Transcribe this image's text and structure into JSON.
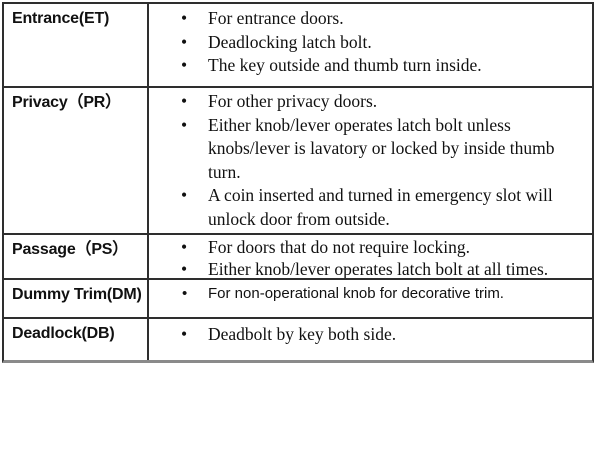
{
  "page": {
    "background_color": "#ffffff",
    "text_color": "#111111",
    "table_border_color": "#2e2e2e",
    "table_bottom_edge_color": "#8a8a8a"
  },
  "table": {
    "rows": [
      {
        "label": "Entrance(ET)",
        "bullets": [
          "For entrance doors.",
          "Deadlocking latch bolt.",
          "The key outside and thumb turn inside."
        ]
      },
      {
        "label": "Privacy（PR）",
        "bullets": [
          "For other privacy doors.",
          "Either knob/lever operates latch bolt unless knobs/lever is lavatory or locked by inside thumb turn.",
          "A coin inserted and turned in emergency slot will unlock door from outside."
        ]
      },
      {
        "label": "Passage（PS）",
        "bullets": [
          "For doors that do not require locking.",
          "Either knob/lever operates latch bolt at all times."
        ]
      },
      {
        "label": "Dummy Trim(DM)",
        "bullets": [
          "For non-operational knob for decorative trim."
        ]
      },
      {
        "label": "Deadlock(DB)",
        "bullets": [
          "Deadbolt by key both side."
        ]
      }
    ]
  }
}
